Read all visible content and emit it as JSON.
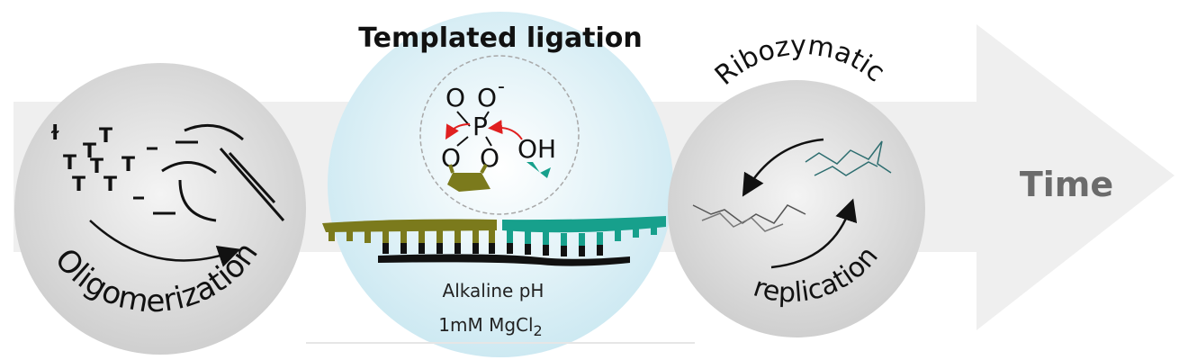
{
  "stages": [
    {
      "label": "Oligomerization"
    },
    {
      "title": "Templated ligation",
      "conditions": [
        "Alkaline pH",
        "1mM MgCl",
        "2"
      ],
      "chem": {
        "o1": "O",
        "o2": "O",
        "minus": "-",
        "p": "P",
        "o3": "O",
        "o4": "O",
        "oh": "OH"
      }
    },
    {
      "label_top": "Ribozymatic",
      "label_bottom": "replication"
    }
  ],
  "arrow": {
    "label": "Time"
  },
  "colors": {
    "olive": "#7b7a1c",
    "teal": "#17a08c",
    "band": "#efefef",
    "red": "#e02020"
  }
}
